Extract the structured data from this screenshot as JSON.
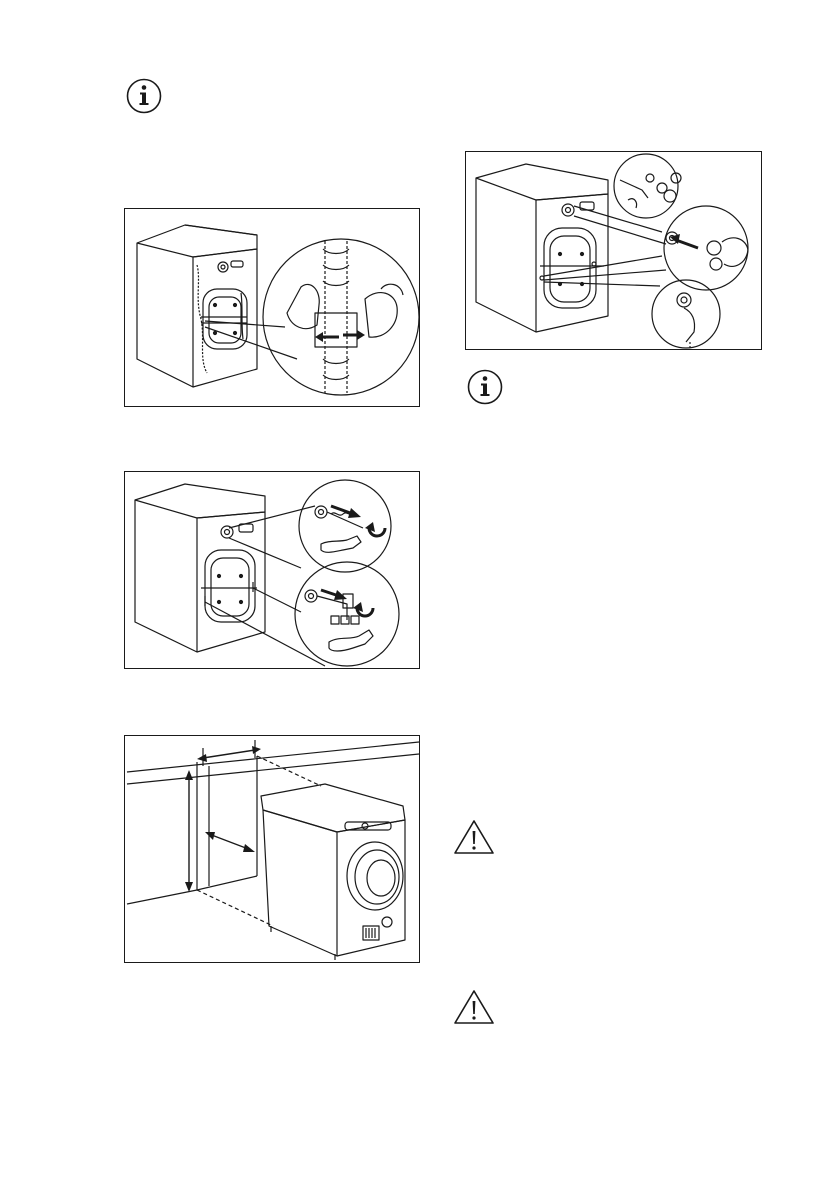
{
  "page": {
    "background": "#ffffff",
    "ink": "#1a1a1a"
  },
  "icons": {
    "info_top": "info-icon",
    "info_right": "info-icon",
    "warning_1": "warning-icon",
    "warning_2": "warning-icon"
  },
  "illustrations": [
    "remove-hose-clamp",
    "unscrew-transit-bolts",
    "fit-plastic-caps",
    "install-under-counter"
  ]
}
